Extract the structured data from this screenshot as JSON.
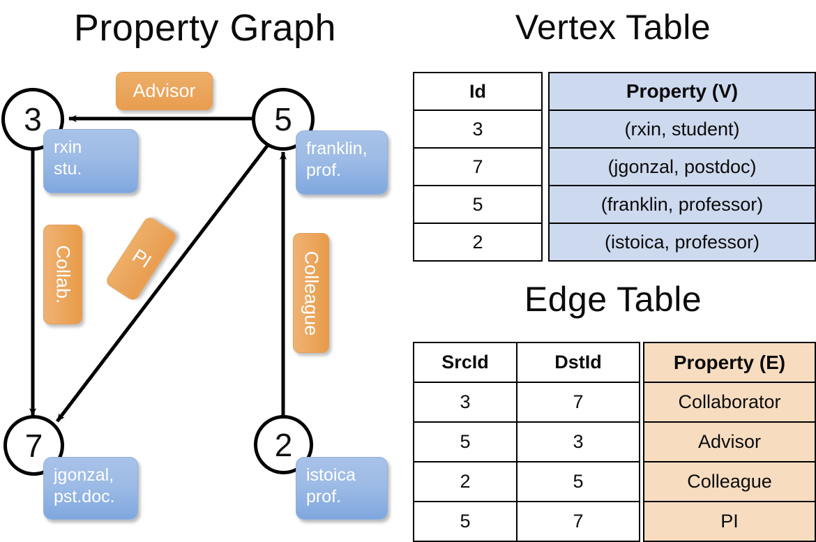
{
  "titles": {
    "property_graph": "Property Graph",
    "vertex_table": "Vertex Table",
    "edge_table": "Edge Table"
  },
  "graph": {
    "nodes": [
      {
        "id": "3",
        "property_lines": [
          "rxin",
          "stu."
        ]
      },
      {
        "id": "5",
        "property_lines": [
          "franklin,",
          "prof."
        ]
      },
      {
        "id": "7",
        "property_lines": [
          "jgonzal,",
          "pst.doc."
        ]
      },
      {
        "id": "2",
        "property_lines": [
          "istoica",
          "prof."
        ]
      }
    ],
    "edge_labels": [
      {
        "label": "Advisor",
        "from": "5",
        "to": "3",
        "orientation": "horizontal"
      },
      {
        "label": "Collab.",
        "from": "3",
        "to": "7",
        "orientation": "vertical"
      },
      {
        "label": "PI",
        "from": "5",
        "to": "7",
        "orientation": "diagonal"
      },
      {
        "label": "Colleague",
        "from": "2",
        "to": "5",
        "orientation": "vertical"
      }
    ]
  },
  "vertex_table": {
    "headers": [
      "Id",
      "Property (V)"
    ],
    "rows": [
      {
        "id": "3",
        "property": "(rxin, student)"
      },
      {
        "id": "7",
        "property": "(jgonzal, postdoc)"
      },
      {
        "id": "5",
        "property": "(franklin, professor)"
      },
      {
        "id": "2",
        "property": "(istoica, professor)"
      }
    ]
  },
  "edge_table": {
    "headers": [
      "SrcId",
      "DstId",
      "Property (E)"
    ],
    "rows": [
      {
        "src": "3",
        "dst": "7",
        "property": "Collaborator"
      },
      {
        "src": "5",
        "dst": "3",
        "property": "Advisor"
      },
      {
        "src": "2",
        "dst": "5",
        "property": "Colleague"
      },
      {
        "src": "5",
        "dst": "7",
        "property": "PI"
      }
    ]
  },
  "colors": {
    "vertex_property_fill": "#cdd9ee",
    "edge_property_fill": "#f7dcc0",
    "node_box_blue": "#7fa7de",
    "edge_label_orange": "#e99d4f",
    "background": "#ffffff",
    "stroke": "#000000"
  }
}
